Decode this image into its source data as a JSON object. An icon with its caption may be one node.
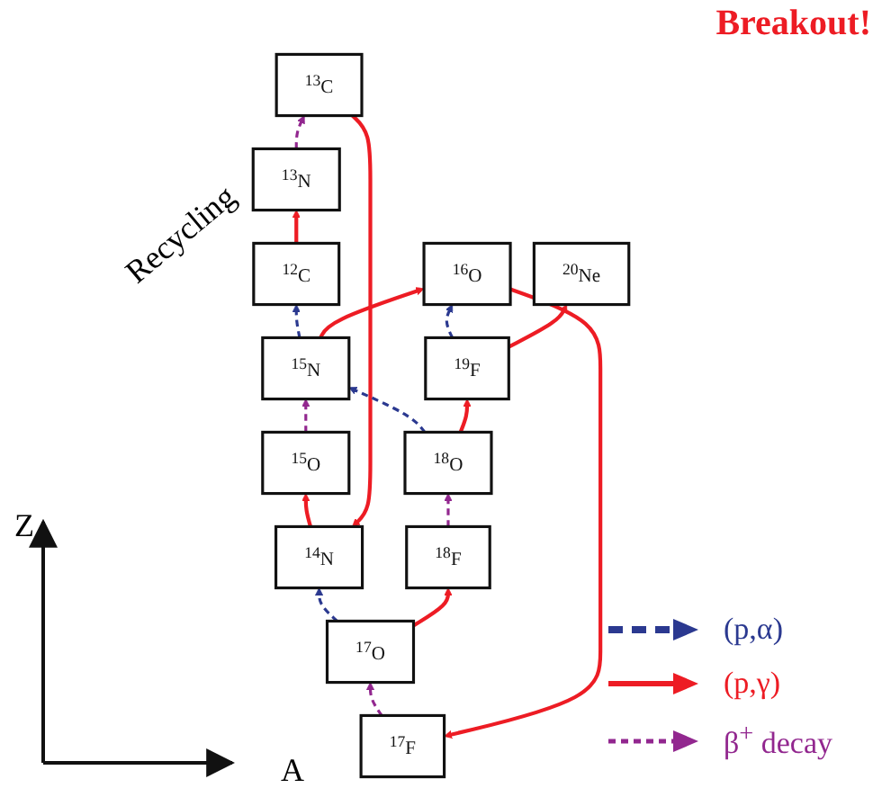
{
  "diagram": {
    "nodes": [
      {
        "text": [
          "$^{20}$Ne"
        ]
      },
      {
        "text": [
          "$^{17}$F"
        ]
      },
      {
        "text": [
          "$^{18}$F"
        ]
      },
      {
        "text": [
          "$^{19}$F"
        ]
      },
      {
        "text": [
          "$^{15}$O"
        ]
      },
      {
        "text": [
          "$^{16}$O"
        ]
      },
      {
        "text": [
          "$^{17}$O"
        ]
      },
      {
        "text": [
          "$^{18}$O"
        ]
      },
      {
        "text": [
          "$^{13}$N"
        ]
      },
      {
        "text": [
          "$^{14}$N"
        ]
      },
      {
        "text": [
          "$^{15}$N"
        ]
      },
      {
        "text": [
          "$^{12}$C"
        ]
      },
      {
        "text": [
          "$^{13}$C"
        ]
      }
    ],
    "edges": [
      {
        "from": 11,
        "to": 8,
        "arrow": "to"
      },
      {
        "from": 8,
        "to": 12,
        "arrow": "to",
        "style": "dashed",
        "color": "#92278f"
      },
      {
        "from": 12,
        "to": 9,
        "arrow": "to"
      },
      {
        "from": 9,
        "to": 4,
        "arrow": "to"
      },
      {
        "from": 4,
        "to": 10,
        "arrow": "to",
        "style": "dashed",
        "color": "#92278f"
      },
      {
        "from": 10,
        "to": 11,
        "arrow": "to",
        "style": "dashed",
        "color": "#2b3990"
      },
      {
        "from": 10,
        "to": 5,
        "arrow": "to"
      },
      {
        "from": 5,
        "to": 1,
        "arrow": "to"
      },
      {
        "from": 1,
        "to": 6,
        "arrow": "to",
        "style": "dashed",
        "color": "#92278f"
      },
      {
        "from": 6,
        "to": 9,
        "arrow": "to",
        "style": "dashed",
        "color": "#2b3990"
      },
      {
        "from": 6,
        "to": 2,
        "arrow": "to"
      },
      {
        "from": 2,
        "to": 7,
        "arrow": "to",
        "style": "dashed",
        "color": "#92278f"
      },
      {
        "from": 7,
        "to": 10,
        "arrow": "to",
        "style": "dashed",
        "color": "#2b3990"
      },
      {
        "from": 7,
        "to": 3,
        "arrow": "to"
      },
      {
        "from": 3,
        "to": 5,
        "arrow": "to",
        "style": "dashed",
        "color": "#2b3990"
      },
      {
        "from": 3,
        "to": 0,
        "arrow": "to"
      }
    ],
    "labels": [
      "Breakout!",
      "Recycling",
      "Z",
      "A"
    ],
    "legend": [
      {
        "text": "(p,α)"
      },
      {
        "text": "(p,γ)"
      },
      {
        "text": "β$^{+}$ decay"
      }
    ]
  }
}
